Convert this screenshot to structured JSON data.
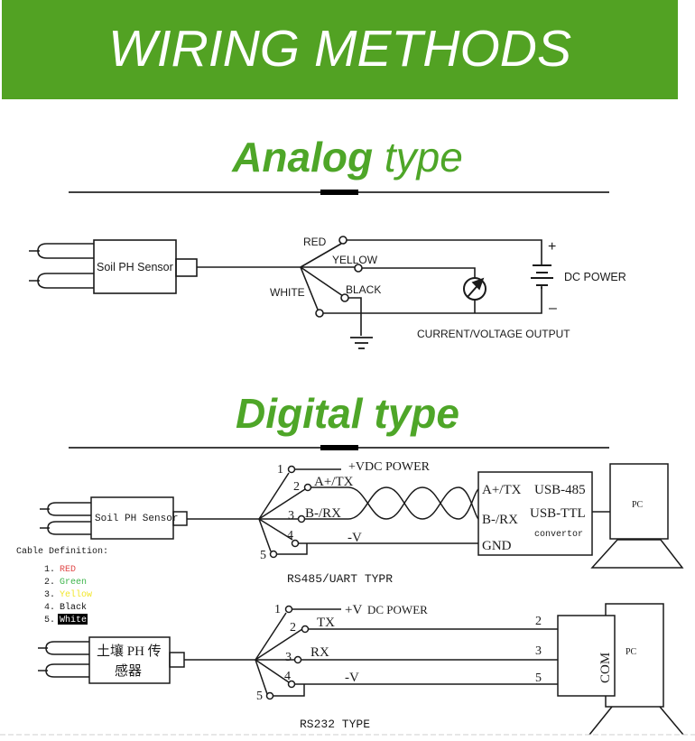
{
  "banner": {
    "title": "WIRING METHODS",
    "color": "#52a223"
  },
  "analog": {
    "title_bold": "Analog",
    "title_rest": " type",
    "sensor_label": "Soil PH Sensor",
    "wires": {
      "red": "RED",
      "yellow": "YELLOW",
      "black": "BLACK",
      "white": "WHITE"
    },
    "power_label": "DC POWER",
    "plus": "+",
    "minus": "–",
    "output_label": "CURRENT/VOLTAGE OUTPUT"
  },
  "digital": {
    "title": "Digital type",
    "rs485": {
      "sensor_label": "Soil PH Sensor",
      "pins": [
        "1",
        "2",
        "3",
        "4",
        "5"
      ],
      "power_label": "+VDC POWER",
      "a_label": "A+/TX",
      "b_label": "B-/RX",
      "neg_label": "-V",
      "converter": {
        "a": "A+/TX",
        "b": "B-/RX",
        "gnd": "GND",
        "line1": "USB-485",
        "line2": "USB-TTL",
        "line3": "convertor"
      },
      "pc_label": "PC",
      "caption": "RS485/UART TYPR"
    },
    "cable_definition": {
      "title": "Cable Definition:",
      "items": [
        {
          "num": "1.",
          "label": "RED",
          "color": "#e04848"
        },
        {
          "num": "2.",
          "label": "Green",
          "color": "#3cb44a"
        },
        {
          "num": "3.",
          "label": "Yellow",
          "color": "#f2e62c"
        },
        {
          "num": "4.",
          "label": "Black",
          "color": "#111111"
        },
        {
          "num": "5.",
          "label": "White",
          "color": "#ffffff"
        }
      ]
    },
    "rs232": {
      "sensor_label_line1": "土壤 PH 传",
      "sensor_label_line2": "感器",
      "pins": [
        "1",
        "2",
        "3",
        "4",
        "5"
      ],
      "power_label_v": "+V",
      "power_label_rest": "DC  POWER",
      "tx_label": "TX",
      "rx_label": "RX",
      "neg_label": "-V",
      "com_pins": [
        "2",
        "3",
        "5"
      ],
      "com_label": "COM",
      "pc_label": "PC",
      "caption": "RS232  TYPE"
    }
  }
}
